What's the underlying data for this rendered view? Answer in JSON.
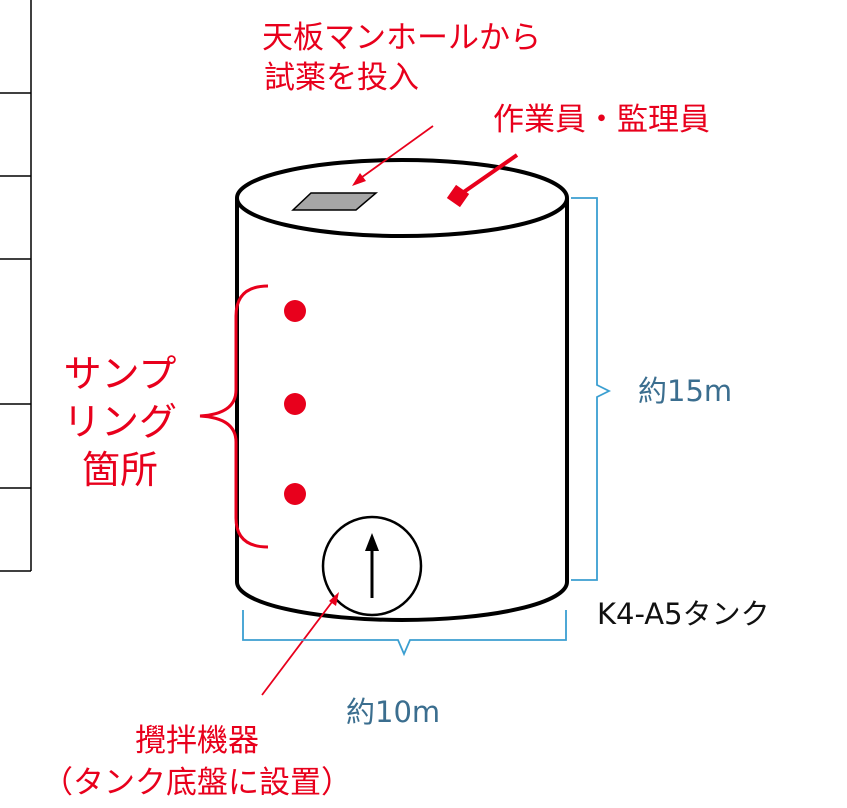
{
  "diagram": {
    "colors": {
      "annotation": "#e8001c",
      "dimension": "#3b6e8f",
      "outline": "#000000",
      "manhole_fill": "#a6a6a6",
      "background": "#ffffff"
    },
    "labels": {
      "manhole_line1": "天板マンホールから",
      "manhole_line2": "試薬を投入",
      "worker": "作業員・監理員",
      "sampling_line1": "サンプ",
      "sampling_line2": "リング",
      "sampling_line3": "箇所",
      "height": "約15m",
      "width": "約10m",
      "tank_name": "K4-A5タンク",
      "mixer_line1": "攪拌機器",
      "mixer_line2": "（タンク底盤に設置）"
    },
    "icons": {
      "sampling_point": "red-dot-icon",
      "worker": "red-square-marker-icon",
      "mixer": "up-arrow-circle-icon"
    }
  }
}
